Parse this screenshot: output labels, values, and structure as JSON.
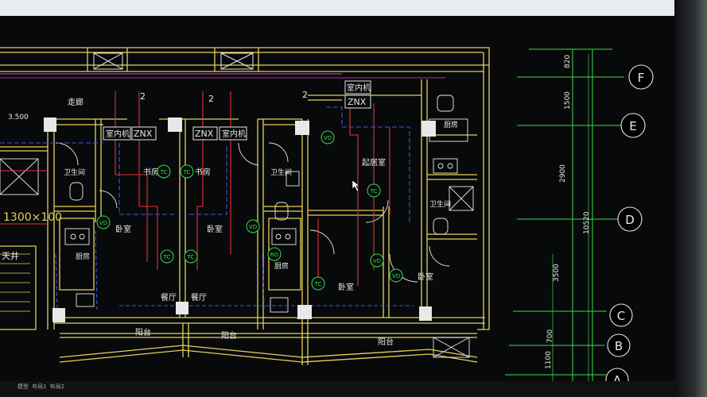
{
  "drawing": {
    "rooms": {
      "corridor": "走廊",
      "study_left": "书房",
      "study_right": "书房",
      "bath_left": "卫生间",
      "bath_mid": "卫生间",
      "bath_right": "卫生间",
      "bedroom_left": "卧室",
      "bedroom_mid": "卧室",
      "bedroom_center": "卧室",
      "bedroom_right": "卧室",
      "kitchen_left": "厨房",
      "kitchen_mid": "厨房",
      "kitchen_right": "厨房",
      "dining_left": "餐厅",
      "dining_right": "餐厅",
      "living": "起居室",
      "balcony_1": "阳台",
      "balcony_2": "阳台",
      "balcony_3": "阳台",
      "shaft": "天井",
      "indoor_unit_1": "室内机",
      "indoor_unit_2": "室内机",
      "indoor_unit_3": "室内机"
    },
    "tags": {
      "znx_1": "ZNX",
      "znx_2": "ZNX",
      "znx_3": "ZNX",
      "tc": "TC",
      "vd": "VD",
      "ro": "RO"
    },
    "elevation": "3.500",
    "window_size": "1300×100",
    "riser_mark": "2",
    "dims": [
      "820",
      "1500",
      "2900",
      "10520",
      "3500",
      "700",
      "1100"
    ],
    "axes": [
      "F",
      "E",
      "D",
      "C",
      "B",
      "A"
    ]
  },
  "status_text": "模型 布局1 布局2",
  "colors": {
    "wall": "#e3d15a",
    "dim": "#33e04a",
    "pipe_red": "#e8313a",
    "pipe_blue": "#3b57e6",
    "magenta": "#d93fd0",
    "white": "#e8e8e8"
  }
}
